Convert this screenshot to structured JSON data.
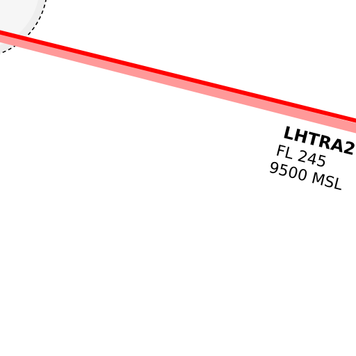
{
  "map": {
    "background_color": "#ffffff",
    "airspace": {
      "name": "LHTRA2",
      "upper_limit": "FL 245",
      "lower_limit": "9500 MSL",
      "border_color": "#ff0000",
      "border_halo_color": "#ff9999"
    },
    "circle_feature": {
      "fill_color": "#eeeeee",
      "border_style": "dashed",
      "border_color": "#000000"
    }
  }
}
